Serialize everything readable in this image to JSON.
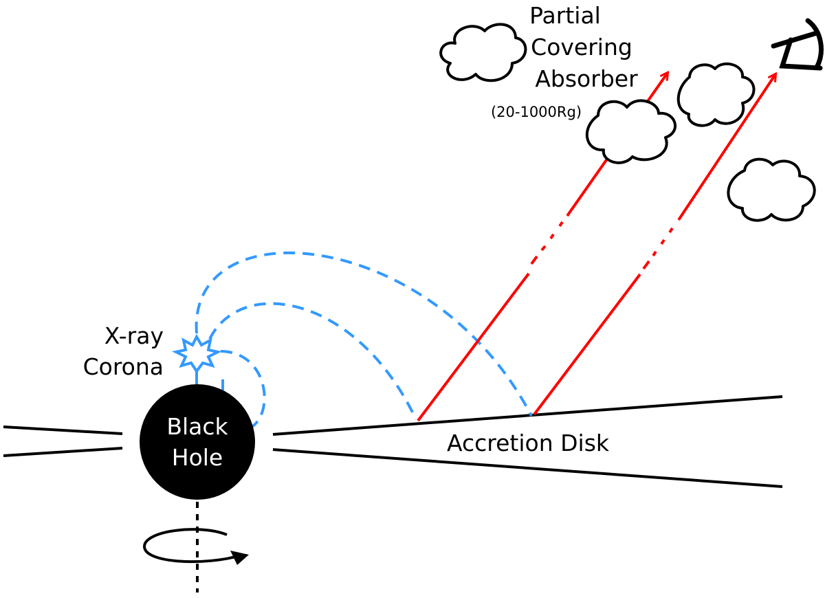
{
  "colors": {
    "background": "#ffffff",
    "line": "#000000",
    "field_lines": "#3399ff",
    "rays": "#ff0000"
  },
  "labels": {
    "absorber": [
      "Partial",
      "Covering",
      "Absorber"
    ],
    "absorber_range": "(20-1000Rg)",
    "corona": [
      "X-ray",
      "Corona"
    ],
    "black_hole": [
      "Black",
      "Hole"
    ],
    "disk": "Accretion Disk"
  },
  "icons": {
    "observer": "telescope-icon",
    "corona": "starburst-icon",
    "rotation": "rotation-arrow-icon",
    "clouds": "cloud-icon"
  }
}
